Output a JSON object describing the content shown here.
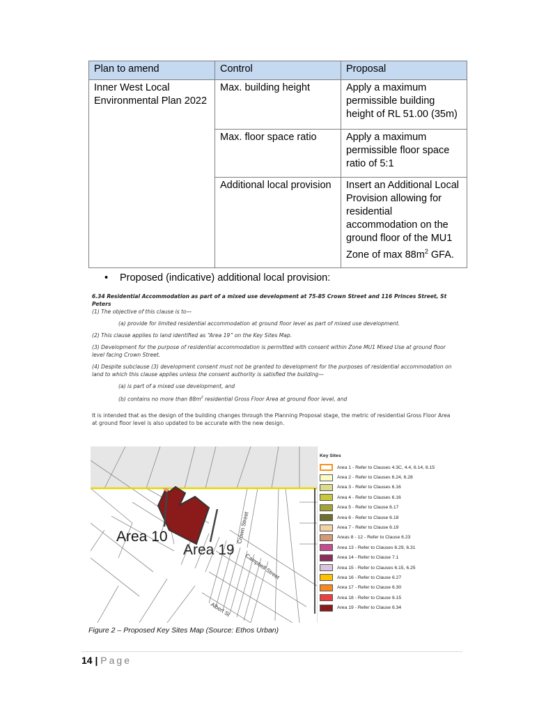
{
  "table": {
    "headers": [
      "Plan to amend",
      "Control",
      "Proposal"
    ],
    "plan": "Inner West Local Environmental Plan 2022",
    "rows": [
      {
        "control": "Max. building height",
        "proposal": "Apply a maximum permissible building height of RL 51.00 (35m)"
      },
      {
        "control": "Max. floor space ratio",
        "proposal": "Apply a maximum permissible floor space ratio of 5:1"
      },
      {
        "control": "Additional local provision",
        "proposal_pre": "Insert an Additional Local Provision allowing for residential accommodation on the ground floor of the MU1 Zone of max 88m",
        "proposal_sup": "2",
        "proposal_post": " GFA."
      }
    ]
  },
  "bullet": "Proposed (indicative) additional local provision:",
  "clause": {
    "heading": "6.34 Residential Accommodation as part of a mixed use development at 75-85 Crown Street and 116 Princes Street, St Peters",
    "p1": "(1) The objective of this clause is to—",
    "p1a": "(a) provide for limited residential accommodation at ground floor level as part of mixed use development.",
    "p2": "(2) This clause applies to land identified as “Area 19” on the Key Sites Map.",
    "p3": "(3) Development for the purpose of residential accommodation is permitted with consent within Zone MU1 Mixed Use at ground floor level facing Crown Street.",
    "p4": "(4) Despite subclause (3) development consent must not be granted to development for the purposes of residential accommodation on land to which this clause applies unless the consent authority is satisfied the building—",
    "p4a": "(a) is part of a mixed use development, and",
    "p4b_pre": "(b) contains no more than 88m",
    "p4b_sup": "2",
    "p4b_post": " residential Gross Floor Area at ground floor level, and",
    "note": "It is intended that as the design of the building changes through the Planning Proposal stage, the metric of residential Gross Floor Area at ground floor level is also updated to be accurate with the new design."
  },
  "map": {
    "labels": {
      "area10": "Area 10",
      "area19": "Area 19",
      "crown": "Crown Street",
      "campbell": "Campbell Street",
      "albert": "Albert St"
    },
    "legend_title": "Key Sites",
    "legend": [
      {
        "label": "Area 1 - Refer to Clauses 4.3C, 4.4, 6.14, 6.15",
        "color": "#ffffff",
        "border": "#f7941d"
      },
      {
        "label": "Area 2 - Refer to Clauses 6.24, 6.28",
        "color": "#fdfbc3"
      },
      {
        "label": "Area 3 - Refer to Clauses 6.16",
        "color": "#dcdc8e"
      },
      {
        "label": "Area 4 - Refer to Clauses 6.16",
        "color": "#c8c83c"
      },
      {
        "label": "Area 5 - Refer to Clause 6.17",
        "color": "#a3a33a"
      },
      {
        "label": "Area 6 - Refer to Clause 6.18",
        "color": "#6f6f2e"
      },
      {
        "label": "Area 7 - Refer to Clause  6.19",
        "color": "#f3d2a6"
      },
      {
        "label": "Areas 8 - 12 -  Refer to Clause 6.23",
        "color": "#d49a76"
      },
      {
        "label": "Area 13 - Refer to Clauses 6.29, 6.31",
        "color": "#c44e8f"
      },
      {
        "label": "Area 14 - Refer to Clause 7.1",
        "color": "#8c2f5c"
      },
      {
        "label": "Area 15 - Refer to Clauses 6.15, 6.25",
        "color": "#dcc4df"
      },
      {
        "label": "Area 16 - Refer to Clause 6.27",
        "color": "#ffc000"
      },
      {
        "label": "Area 17 - Refer to Clause 6.30",
        "color": "#f7891f"
      },
      {
        "label": "Area 18 - Refer to Clause 6.15",
        "color": "#ea4040"
      },
      {
        "label": "Area 19 - Refer to Clause 6.34",
        "color": "#8b1a1a"
      }
    ]
  },
  "caption": "Figure 2 – Proposed Key Sites Map (Source: Ethos Urban)",
  "footer": {
    "page_number": "14",
    "separator": " | ",
    "page_label": "Page"
  }
}
